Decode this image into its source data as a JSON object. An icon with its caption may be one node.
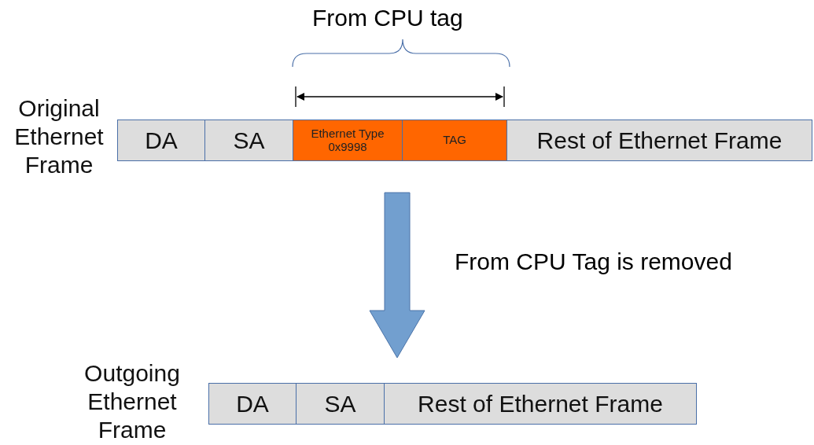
{
  "diagram": {
    "nodes": [
      {
        "text": [
          "Original Ethernet Frame"
        ]
      },
      {
        "text": [
          "DA"
        ],
        "in": 0
      },
      {
        "text": [
          "SA"
        ],
        "in": 0
      },
      {
        "text": [
          "Ethernet Type 0x9998"
        ],
        "in": 0
      },
      {
        "text": [
          "TAG"
        ],
        "in": 0
      },
      {
        "text": [
          "Rest of Ethernet Frame"
        ],
        "in": 0
      },
      {
        "text": [
          "Outgoing Ethernet Frame"
        ]
      },
      {
        "text": [
          "DA"
        ],
        "in": 6
      },
      {
        "text": [
          "SA"
        ],
        "in": 6
      },
      {
        "text": [
          "Rest of Ethernet Frame"
        ],
        "in": 6
      }
    ],
    "edges": [
      {
        "from": 0,
        "to": 6,
        "arrow": "to",
        "label": "From CPU Tag is removed",
        "style": "thick"
      }
    ],
    "labels": [
      "From CPU tag"
    ]
  }
}
